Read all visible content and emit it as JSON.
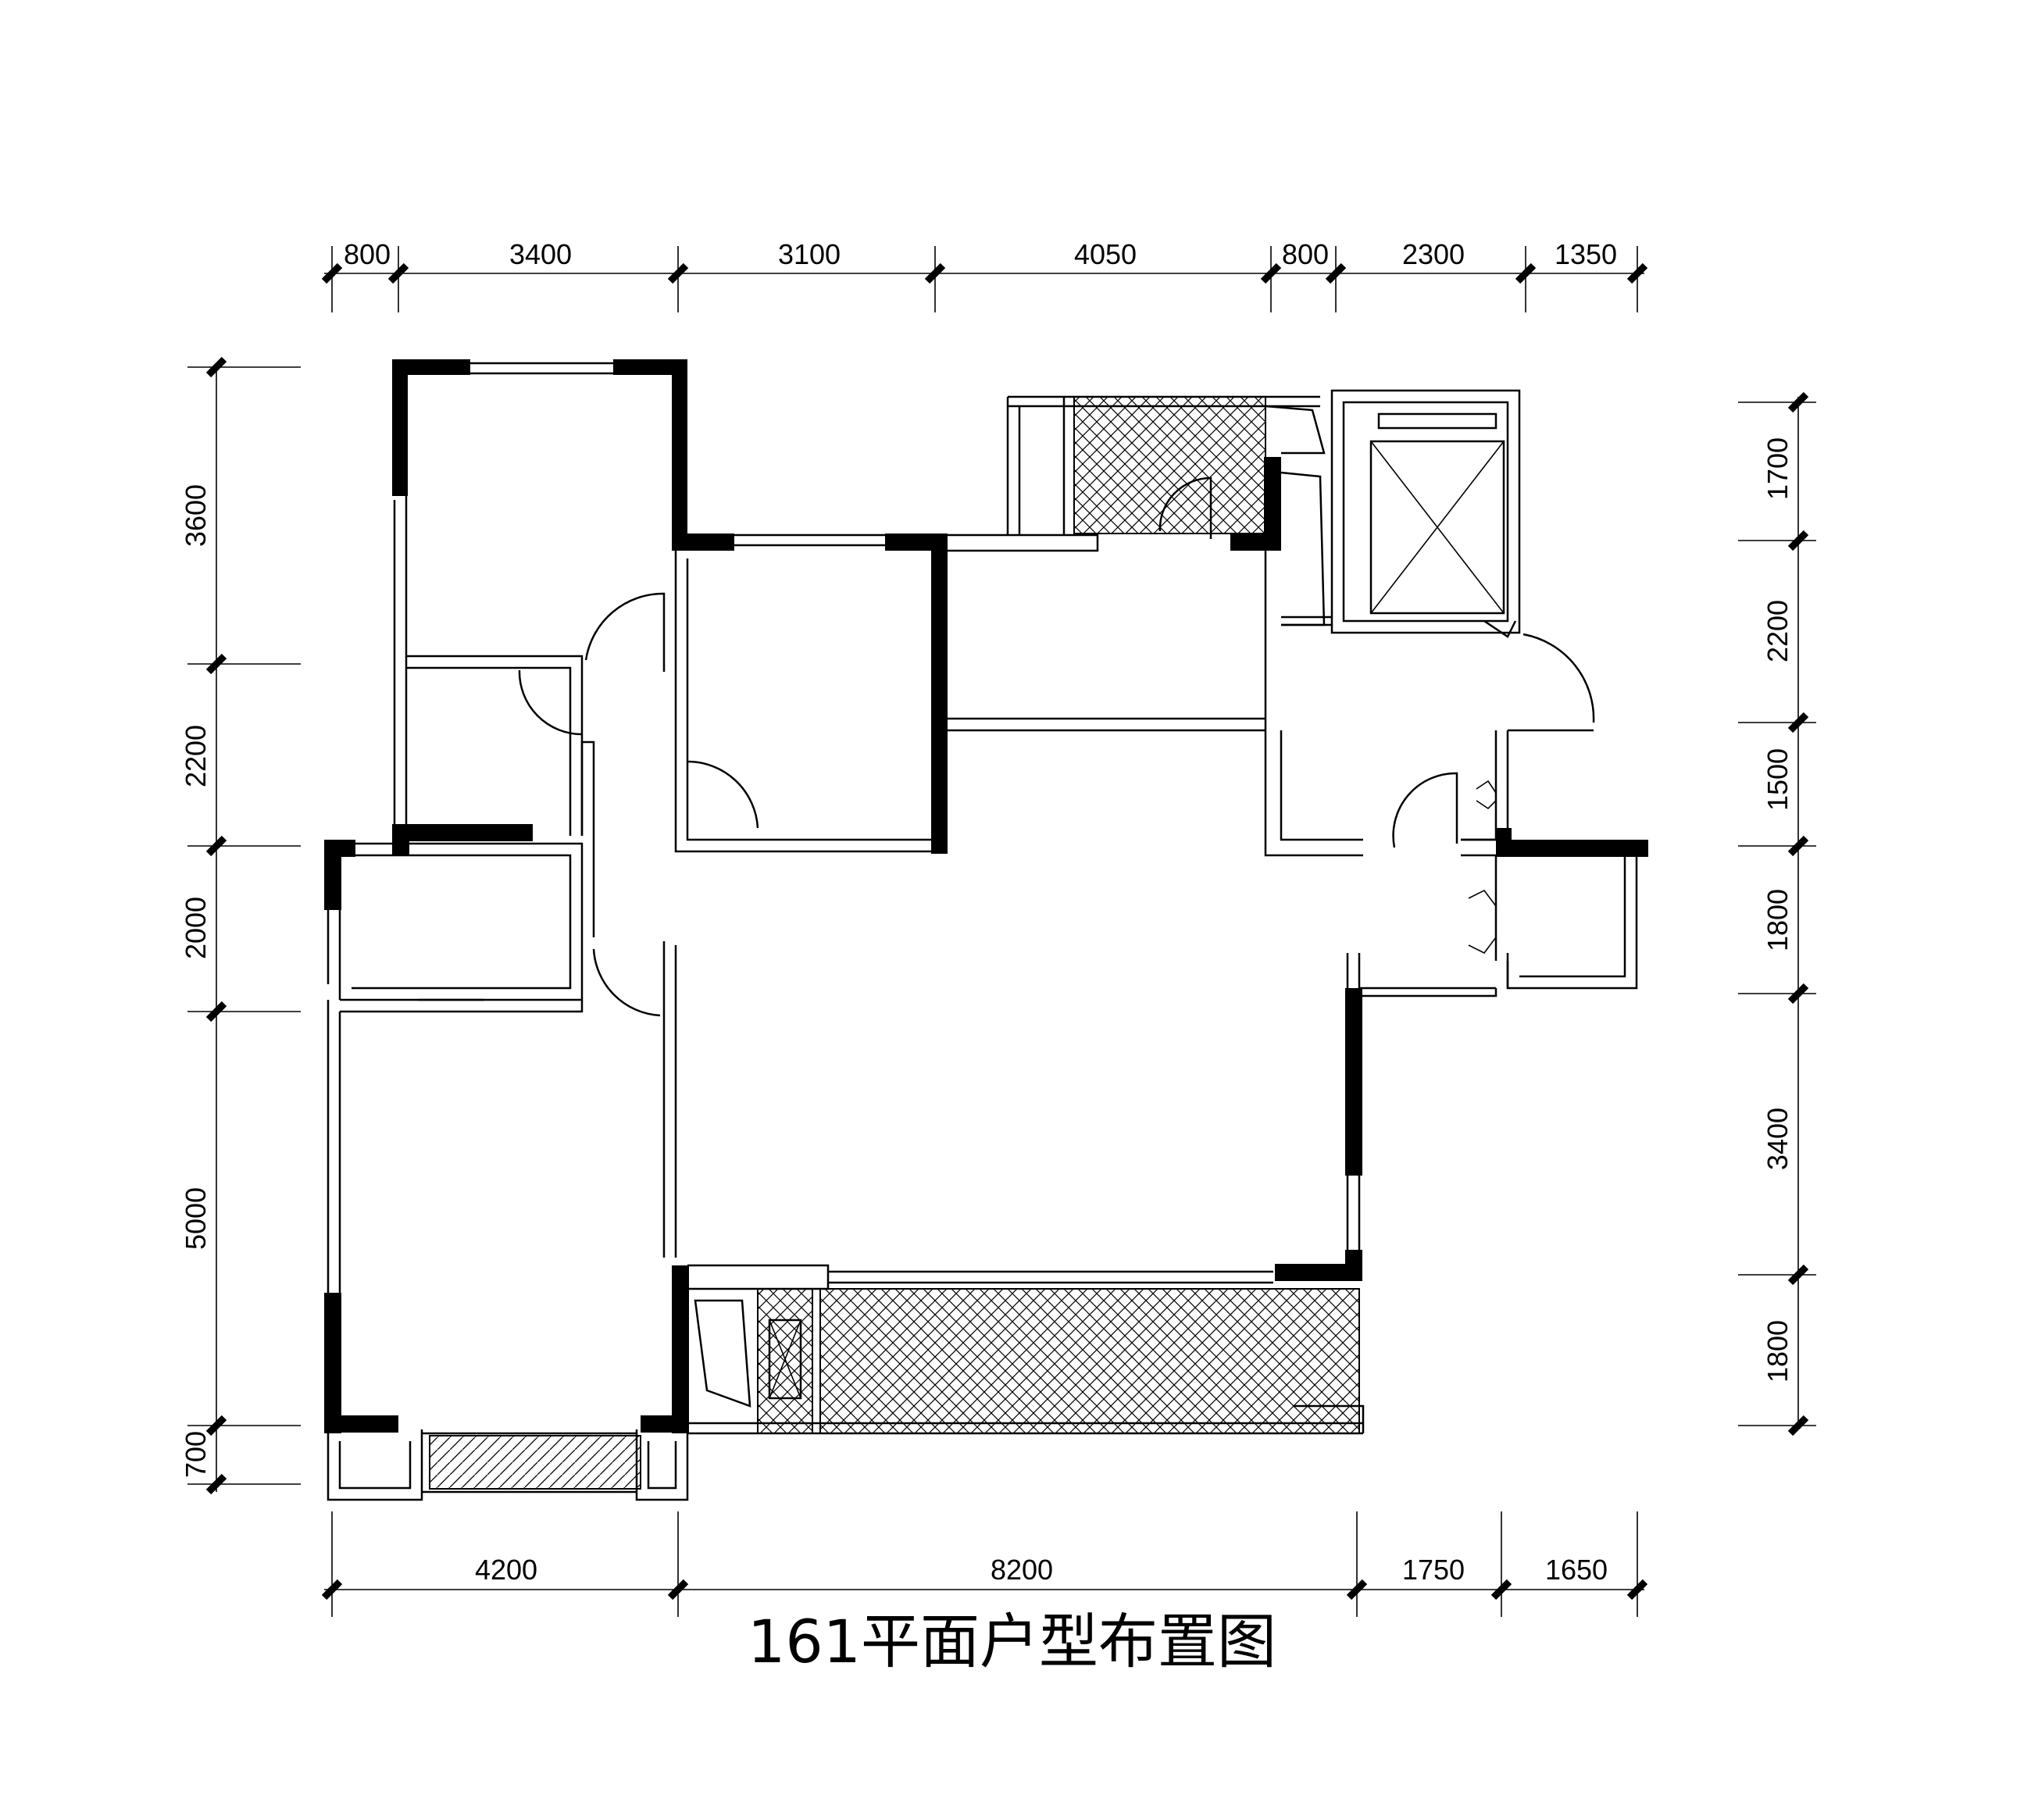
{
  "title": "161平面户型布置图",
  "dimensions": {
    "top": [
      "800",
      "3400",
      "3100",
      "4050",
      "800",
      "2300",
      "1350"
    ],
    "bottom": [
      "4200",
      "8200",
      "1750",
      "1650"
    ],
    "left": [
      "3600",
      "2200",
      "2000",
      "5000",
      "700"
    ],
    "right": [
      "1700",
      "2200",
      "1500",
      "1800",
      "3400",
      "1800"
    ]
  }
}
